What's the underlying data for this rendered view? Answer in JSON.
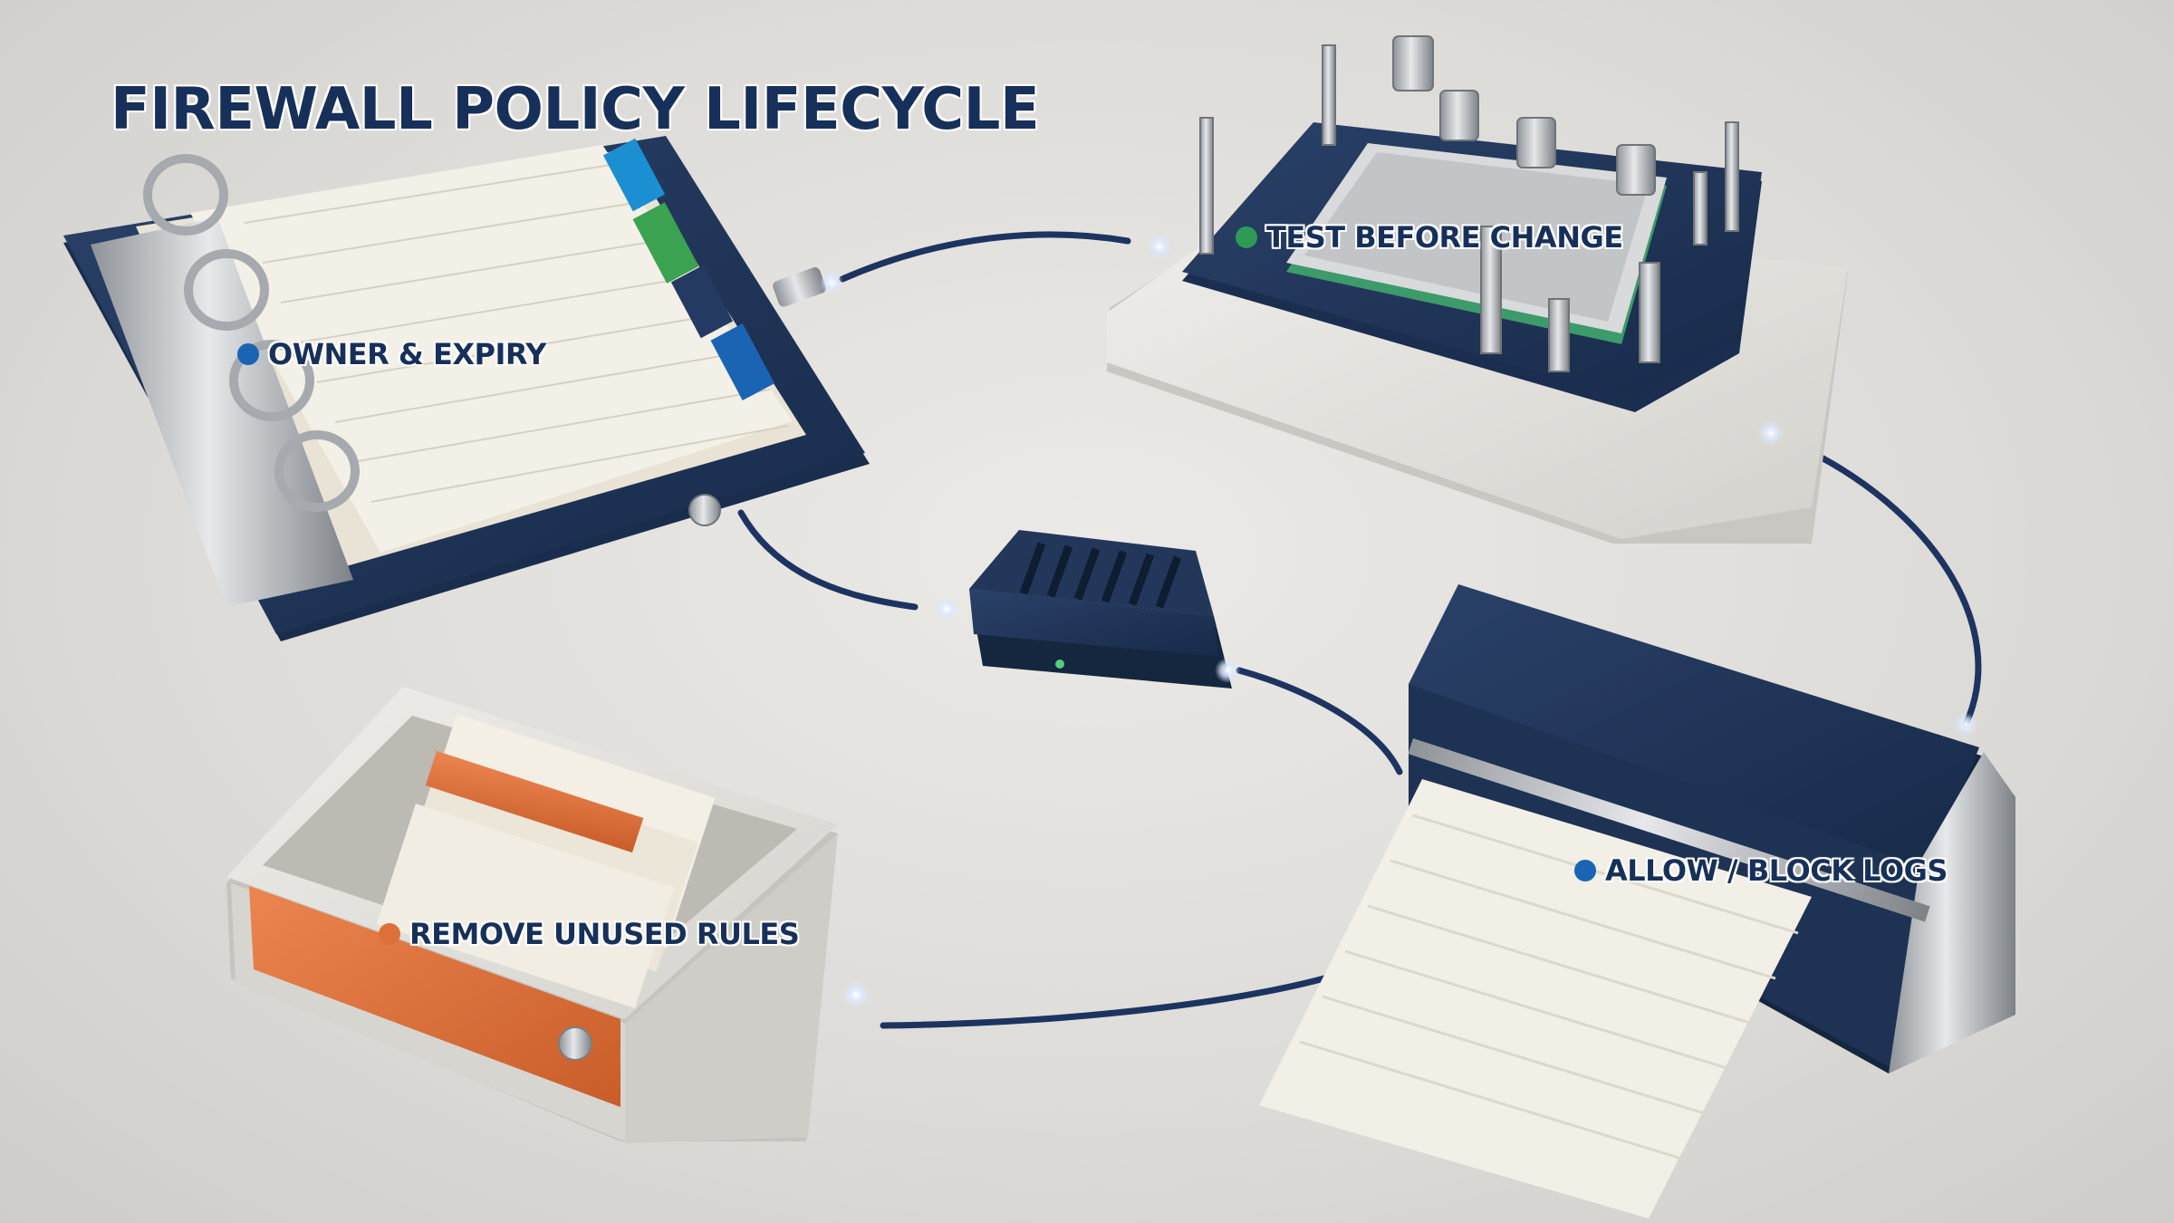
{
  "title": "FIREWALL POLICY LIFECYCLE",
  "colors": {
    "navy": "#1f3557",
    "cable": "#1d3460",
    "concrete": "#e4e2dd",
    "orange": "#e0703a",
    "green": "#2f9a55",
    "blue": "#1b64b4",
    "steel": "#b8bcc0",
    "paper": "#f2efe6"
  },
  "stages": [
    {
      "label": "OWNER & EXPIRY",
      "dot_color": "#1b64b4",
      "object": "binder-icon"
    },
    {
      "label": "TEST BEFORE CHANGE",
      "dot_color": "#2f9a55",
      "object": "test-fixture-icon"
    },
    {
      "label": "ALLOW / BLOCK LOGS",
      "dot_color": "#1b64b4",
      "object": "log-printer-icon"
    },
    {
      "label": "REMOVE UNUSED RULES",
      "dot_color": "#e0703a",
      "object": "card-box-icon"
    }
  ],
  "hub": {
    "object": "hub-device-icon",
    "status_light": "#4fd07a"
  }
}
